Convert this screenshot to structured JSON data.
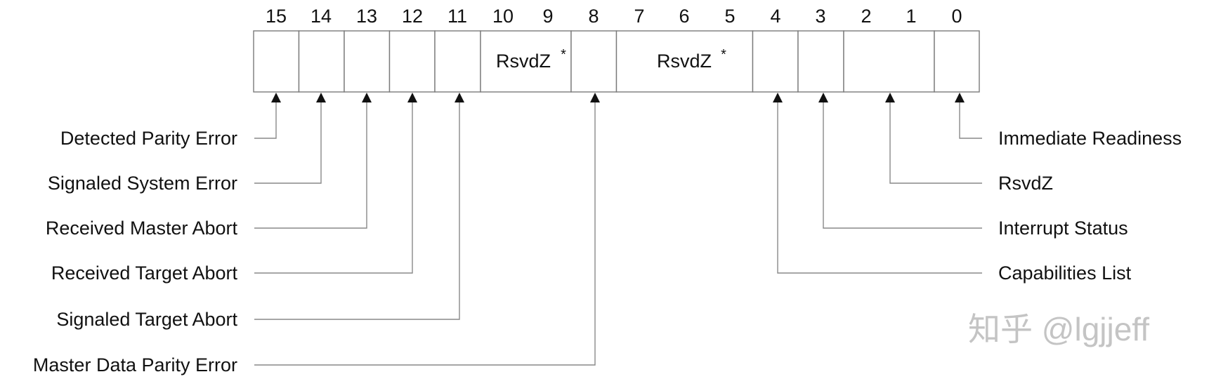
{
  "register": {
    "bit_numbers": [
      "15",
      "14",
      "13",
      "12",
      "11",
      "10",
      "9",
      "8",
      "7",
      "6",
      "5",
      "4",
      "3",
      "2",
      "1",
      "0"
    ],
    "reserved_fields": [
      {
        "bits": "10-9",
        "label": "RsvdZ",
        "mark": "*"
      },
      {
        "bits": "7-5",
        "label": "RsvdZ",
        "mark": "*"
      }
    ]
  },
  "left_labels": [
    {
      "bit": "15",
      "text": "Detected Parity Error"
    },
    {
      "bit": "14",
      "text": "Signaled System Error"
    },
    {
      "bit": "13",
      "text": "Received Master Abort"
    },
    {
      "bit": "12",
      "text": "Received Target Abort"
    },
    {
      "bit": "11",
      "text": "Signaled Target Abort"
    },
    {
      "bit": "8",
      "text": "Master Data Parity Error"
    }
  ],
  "right_labels": [
    {
      "bit": "0",
      "text": "Immediate Readiness"
    },
    {
      "bit": "2-1",
      "text": "RsvdZ"
    },
    {
      "bit": "3",
      "text": "Interrupt Status"
    },
    {
      "bit": "4",
      "text": "Capabilities List"
    }
  ],
  "watermark": "知乎 @lgjjeff"
}
